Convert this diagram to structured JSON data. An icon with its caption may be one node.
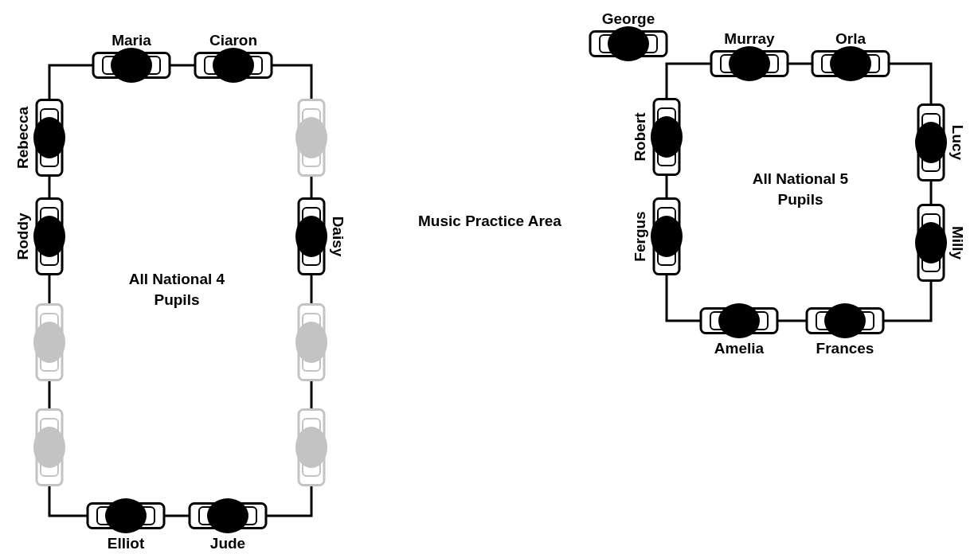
{
  "diagram": {
    "nodes": [
      {
        "text": [
          "Maria"
        ]
      },
      {
        "text": [
          "Ciaron"
        ]
      },
      {
        "text": [
          "Rebecca"
        ]
      },
      {
        "text": [],
        "shape": "box"
      },
      {
        "text": [
          "Roddy"
        ]
      },
      {
        "text": [
          "Daisy"
        ]
      },
      {
        "text": [],
        "shape": "box"
      },
      {
        "text": [],
        "shape": "box"
      },
      {
        "text": [],
        "shape": "box"
      },
      {
        "text": [],
        "shape": "box"
      },
      {
        "text": [
          "Elliot"
        ]
      },
      {
        "text": [
          "Jude"
        ]
      },
      {
        "text": [
          "George"
        ]
      },
      {
        "text": [
          "Murray"
        ]
      },
      {
        "text": [
          "Orla"
        ]
      },
      {
        "text": [
          "Robert"
        ]
      },
      {
        "text": [
          "Lucy"
        ]
      },
      {
        "text": [
          "Fergus"
        ]
      },
      {
        "text": [
          "Milly"
        ]
      },
      {
        "text": [
          "Amelia"
        ]
      },
      {
        "text": [
          "Frances"
        ]
      }
    ],
    "edges": [
      {
        "from": 0,
        "to": 1,
        "arrow": "none"
      },
      {
        "from": 1,
        "to": 3,
        "arrow": "none"
      },
      {
        "from": 3,
        "to": 5,
        "arrow": "none"
      },
      {
        "from": 5,
        "to": 7,
        "arrow": "none"
      },
      {
        "from": 7,
        "to": 9,
        "arrow": "none"
      },
      {
        "from": 9,
        "to": 11,
        "arrow": "none"
      },
      {
        "from": 11,
        "to": 10,
        "arrow": "none"
      },
      {
        "from": 10,
        "to": 8,
        "arrow": "none"
      },
      {
        "from": 8,
        "to": 6,
        "arrow": "none"
      },
      {
        "from": 6,
        "to": 4,
        "arrow": "none"
      },
      {
        "from": 4,
        "to": 2,
        "arrow": "none"
      },
      {
        "from": 2,
        "to": 0,
        "arrow": "none"
      },
      {
        "from": 13,
        "to": 14,
        "arrow": "none"
      },
      {
        "from": 14,
        "to": 16,
        "arrow": "none"
      },
      {
        "from": 16,
        "to": 18,
        "arrow": "none"
      },
      {
        "from": 18,
        "to": 20,
        "arrow": "none"
      },
      {
        "from": 20,
        "to": 19,
        "arrow": "none"
      },
      {
        "from": 19,
        "to": 17,
        "arrow": "none"
      },
      {
        "from": 17,
        "to": 15,
        "arrow": "none"
      },
      {
        "from": 15,
        "to": 13,
        "arrow": "none"
      }
    ],
    "labels": [
      "All National 5 Pupils",
      "Music Practice Area",
      "All National 4 Pupils"
    ]
  }
}
